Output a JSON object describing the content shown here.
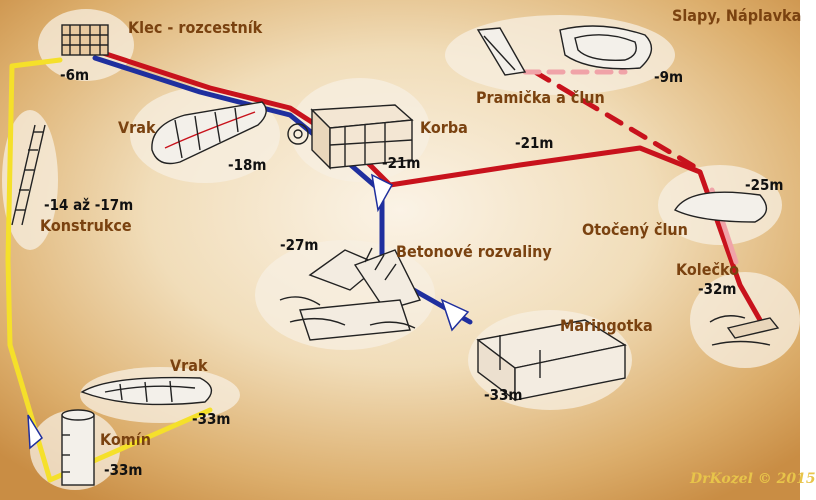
{
  "colors": {
    "blue_route": "#1f2f9e",
    "red_route": "#c8121c",
    "pink_route": "#f0a3a8",
    "yellow_route": "#f5e02a",
    "label_brown": "#7a4210",
    "credit_gold": "#e8c44a"
  },
  "map": {
    "title": "Slapy, Náplavka",
    "credit": "DrKozel © 2015"
  },
  "sites": {
    "klec": "Klec - rozcestník",
    "vrak_top": "Vrak",
    "korba": "Korba",
    "konstrukce": "Konstrukce",
    "pramicka": "Pramička a člun",
    "betonove": "Betonové rozvaliny",
    "otoceny": "Otočený člun",
    "kolecko": "Kolečko",
    "maringotka": "Maringotka",
    "vrak_bottom": "Vrak",
    "komin": "Komín"
  },
  "depths": {
    "klec": "-6m",
    "vrak_top": "-18m",
    "korba": "-21m",
    "red_path": "-21m",
    "konstrukce": "-14 až -17m",
    "pramicka": "-9m",
    "otoceny": "-25m",
    "kolecko": "-32m",
    "betonove": "-27m",
    "maringotka": "-33m",
    "vrak_bottom": "-33m",
    "komin": "-33m"
  }
}
